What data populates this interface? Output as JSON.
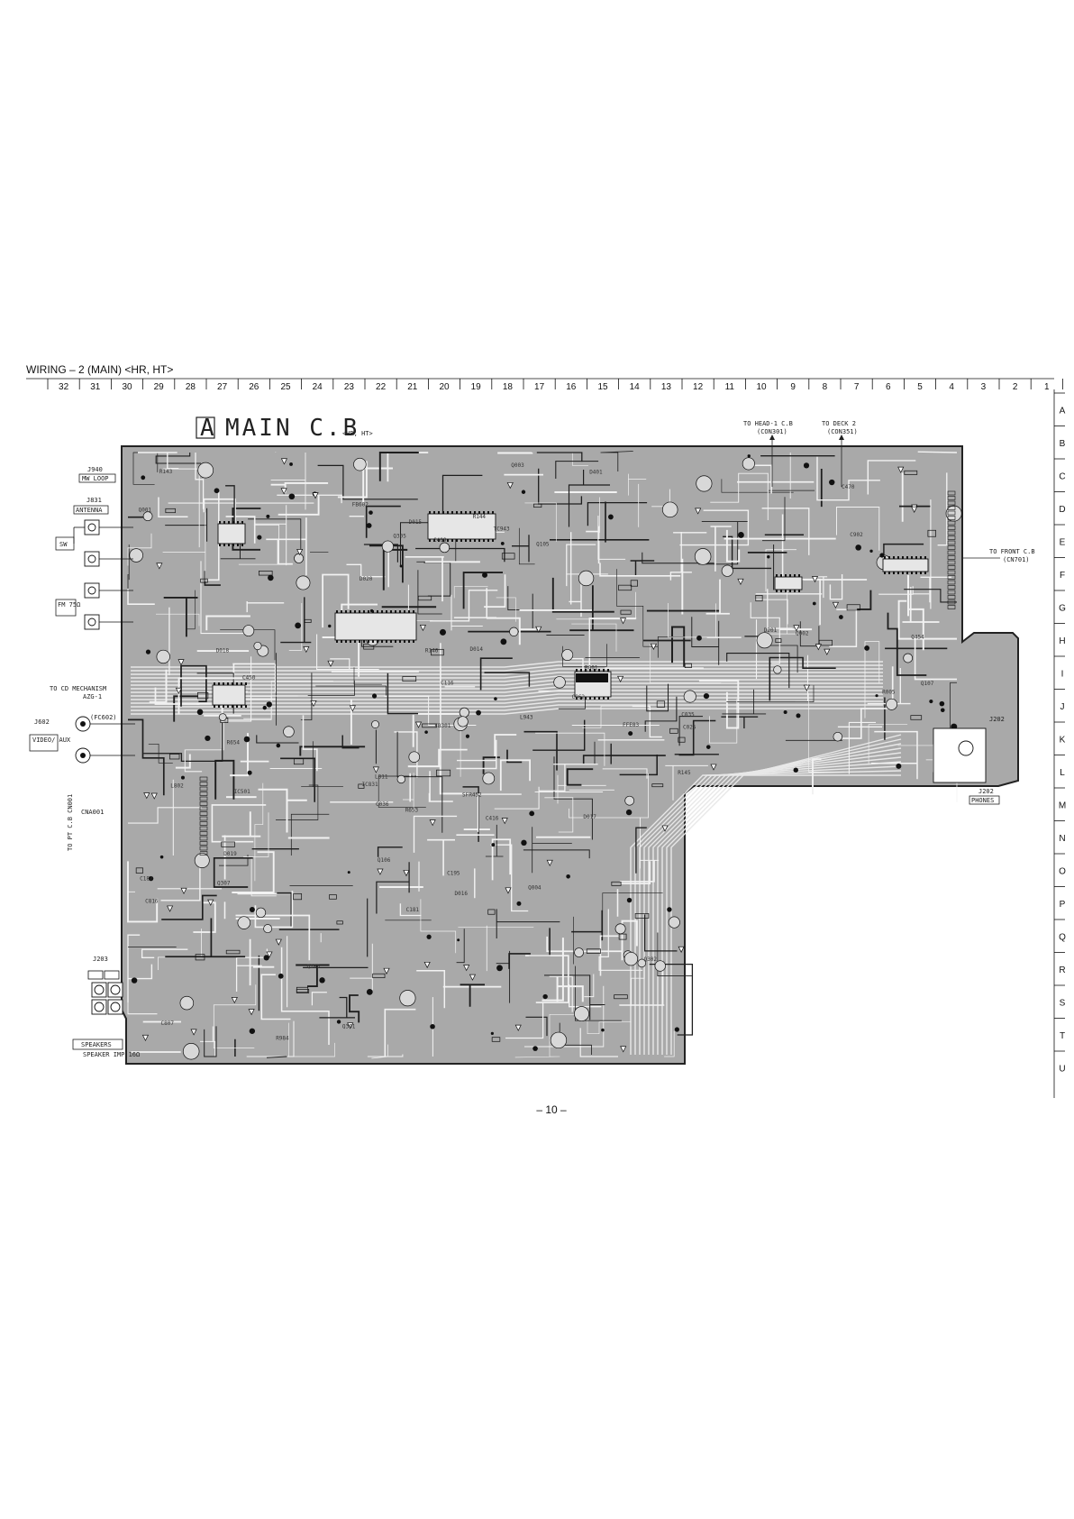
{
  "title": "WIRING – 2  (MAIN)  <HR, HT>",
  "page_number": "– 10 –",
  "board": {
    "letter": "A",
    "name": "MAIN C.B",
    "variant": "<HR, HT>"
  },
  "column_labels": [
    "32",
    "31",
    "30",
    "29",
    "28",
    "27",
    "26",
    "25",
    "24",
    "23",
    "22",
    "21",
    "20",
    "19",
    "18",
    "17",
    "16",
    "15",
    "14",
    "13",
    "12",
    "11",
    "10",
    "9",
    "8",
    "7",
    "6",
    "5",
    "4",
    "3",
    "2",
    "1"
  ],
  "row_labels": [
    "A",
    "B",
    "C",
    "D",
    "E",
    "F",
    "G",
    "H",
    "I",
    "J",
    "K",
    "L",
    "M",
    "N",
    "O",
    "P",
    "Q",
    "R",
    "S",
    "T",
    "U"
  ],
  "connectors": {
    "j940": "J940",
    "mw_loop": "MW LOOP",
    "j831": "J831",
    "antenna": "ANTENNA",
    "sw": "SW",
    "fm": "FM\n75Ω",
    "to_cd": "TO CD MECHANISM",
    "to_cd_sub": "AZG-1",
    "fc602": "(FC602)",
    "j602": "J602",
    "video_aux": "VIDEO/\nAUX",
    "to_pt": "TO PT C.B CN001",
    "cna001": "CNA001",
    "j203": "J203",
    "speakers": "SPEAKERS",
    "speaker_imp": "SPEAKER\nIMP:16Ω",
    "to_head": "TO HEAD-1 C.B",
    "con301": "(CON301)",
    "to_deck": "TO DECK 2",
    "con351": "(CON351)",
    "to_front": "TO FRONT C.B",
    "cn701": "(CN701)",
    "j202": "J202",
    "phones": "PHONES"
  },
  "components": [
    "TC943",
    "L943",
    "L802",
    "C902",
    "L811",
    "C807",
    "IC831",
    "C962",
    "FFE83",
    "R653",
    "R654",
    "FB602",
    "D015",
    "D016",
    "D014",
    "D017",
    "D020",
    "D019",
    "D018",
    "C025",
    "C036",
    "C035",
    "Q003",
    "Q004",
    "Q001",
    "Q002",
    "C816",
    "R984",
    "C470",
    "C416",
    "C181",
    "FB301",
    "SFR452",
    "Q302",
    "Q301",
    "Q454",
    "Q305",
    "Q307",
    "R005",
    "R001",
    "R146",
    "R144",
    "R145",
    "R143",
    "IC501",
    "C450",
    "C409",
    "Q186",
    "C187",
    "Q105",
    "Q106",
    "Q107",
    "C116",
    "C195",
    "D201",
    "D401"
  ]
}
